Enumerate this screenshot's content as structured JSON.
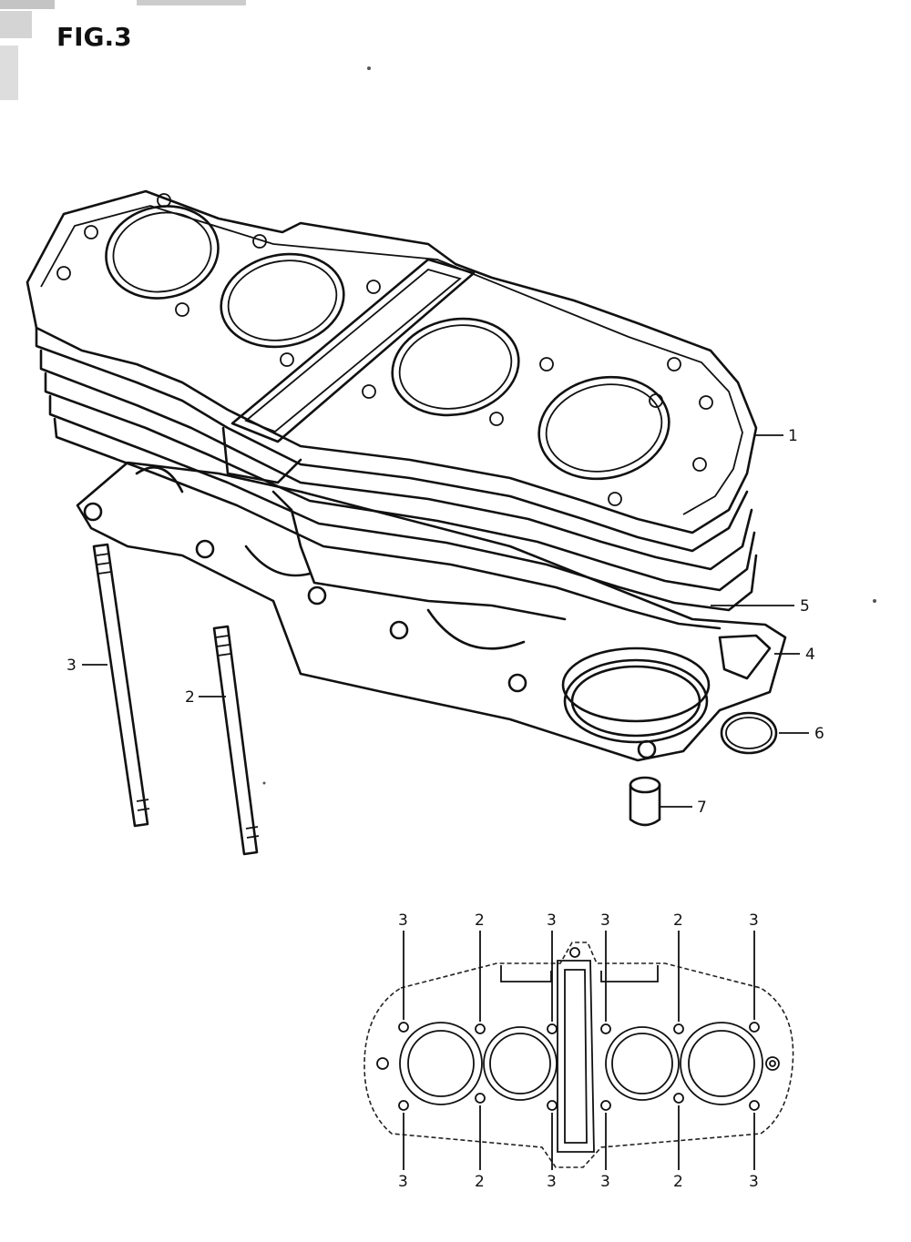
{
  "figure": {
    "title": "FIG.3"
  },
  "callouts": {
    "cylinder": "1",
    "stud_short": "2",
    "stud_long": "3",
    "base_gasket": "4",
    "o_ring_large": "5",
    "o_ring_small": "6",
    "dowel_pin": "7"
  },
  "layout_inset": {
    "top_labels": [
      "3",
      "2",
      "3",
      "3",
      "2",
      "3"
    ],
    "bottom_labels": [
      "3",
      "2",
      "3",
      "3",
      "2",
      "3"
    ]
  }
}
